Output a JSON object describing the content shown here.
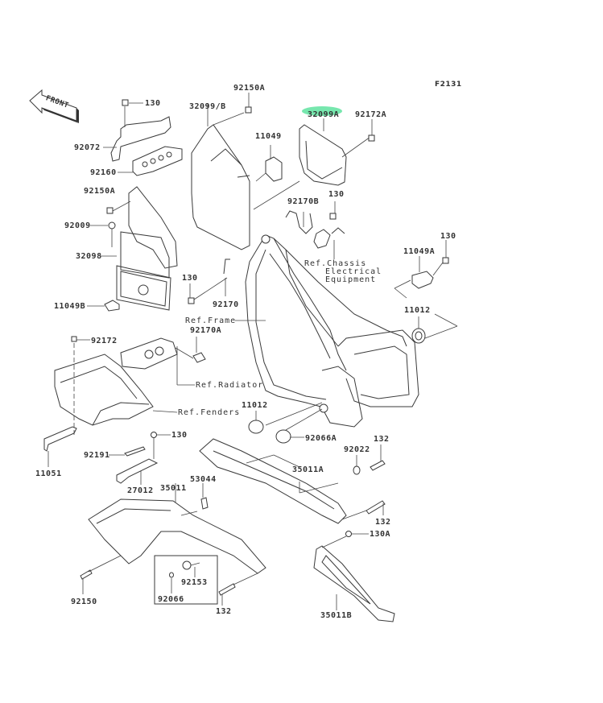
{
  "figure_id": "F2131",
  "front_indicator": "FRONT",
  "highlight_color": "#5fe3a0",
  "highlighted_part": "32099A",
  "parts": [
    {
      "id": "p130_top",
      "number": "130"
    },
    {
      "id": "p92072",
      "number": "92072"
    },
    {
      "id": "p92160",
      "number": "92160"
    },
    {
      "id": "p92150A_left",
      "number": "92150A"
    },
    {
      "id": "p92009",
      "number": "92009"
    },
    {
      "id": "p32098",
      "number": "32098"
    },
    {
      "id": "p11049B",
      "number": "11049B"
    },
    {
      "id": "p130_left",
      "number": "130"
    },
    {
      "id": "p92150A_top",
      "number": "92150A"
    },
    {
      "id": "p32099B",
      "number": "32099/B"
    },
    {
      "id": "p11049",
      "number": "11049"
    },
    {
      "id": "p32099A",
      "number": "32099A"
    },
    {
      "id": "p92172A",
      "number": "92172A"
    },
    {
      "id": "p92170B",
      "number": "92170B"
    },
    {
      "id": "p130_mid",
      "number": "130"
    },
    {
      "id": "p92170",
      "number": "92170"
    },
    {
      "id": "p92170A",
      "number": "92170A"
    },
    {
      "id": "p11049A",
      "number": "11049A"
    },
    {
      "id": "p130_right",
      "number": "130"
    },
    {
      "id": "p11012_right",
      "number": "11012"
    },
    {
      "id": "p92172",
      "number": "92172"
    },
    {
      "id": "p11012_left",
      "number": "11012"
    },
    {
      "id": "p92066A",
      "number": "92066A"
    },
    {
      "id": "p92022",
      "number": "92022"
    },
    {
      "id": "p132_upper",
      "number": "132"
    },
    {
      "id": "p130_lower",
      "number": "130"
    },
    {
      "id": "p92191",
      "number": "92191"
    },
    {
      "id": "p11051",
      "number": "11051"
    },
    {
      "id": "p27012",
      "number": "27012"
    },
    {
      "id": "p35011",
      "number": "35011"
    },
    {
      "id": "p53044",
      "number": "53044"
    },
    {
      "id": "p35011A",
      "number": "35011A"
    },
    {
      "id": "p132_mid",
      "number": "132"
    },
    {
      "id": "p130A",
      "number": "130A"
    },
    {
      "id": "p92153",
      "number": "92153"
    },
    {
      "id": "p92066",
      "number": "92066"
    },
    {
      "id": "p92150",
      "number": "92150"
    },
    {
      "id": "p132_bottom",
      "number": "132"
    },
    {
      "id": "p35011B",
      "number": "35011B"
    }
  ],
  "references": {
    "chassis_electrical_1": "Ref.Chassis",
    "chassis_electrical_2": "Electrical",
    "chassis_electrical_3": "Equipment",
    "frame": "Ref.Frame",
    "radiator": "Ref.Radiator",
    "fenders": "Ref.Fenders"
  }
}
